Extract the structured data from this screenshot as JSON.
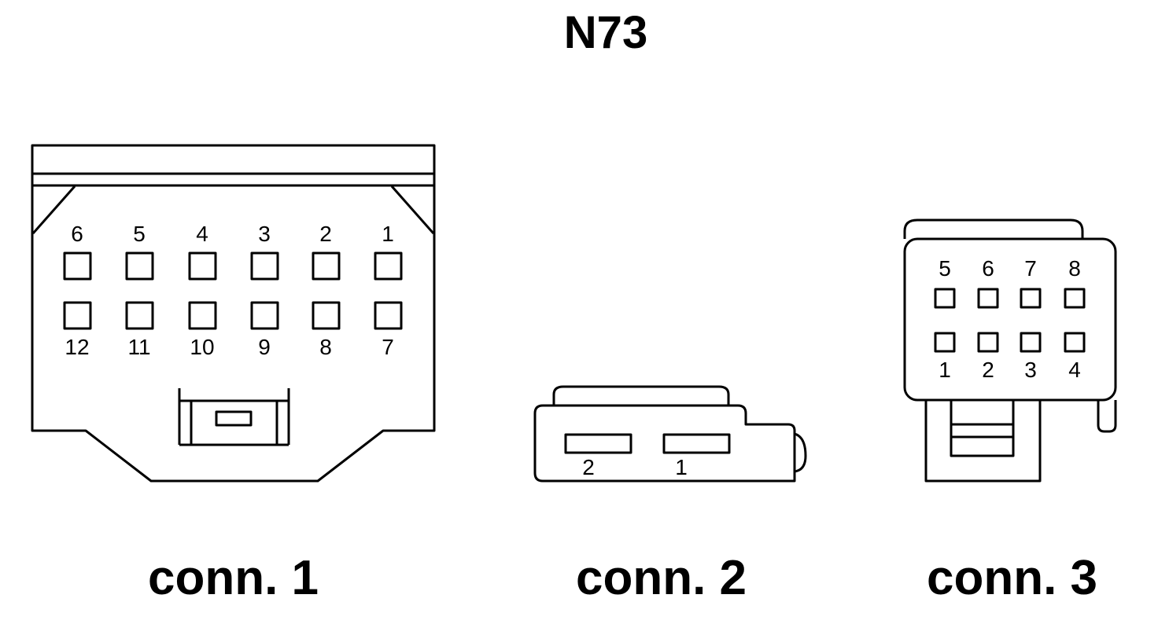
{
  "title": "N73",
  "connectors": [
    {
      "caption": "conn. 1",
      "pins_top": [
        "6",
        "5",
        "4",
        "3",
        "2",
        "1"
      ],
      "pins_bottom": [
        "12",
        "11",
        "10",
        "9",
        "8",
        "7"
      ]
    },
    {
      "caption": "conn. 2",
      "pins": [
        "2",
        "1"
      ]
    },
    {
      "caption": "conn. 3",
      "pins_top": [
        "5",
        "6",
        "7",
        "8"
      ],
      "pins_bottom": [
        "1",
        "2",
        "3",
        "4"
      ]
    }
  ],
  "colors": {
    "stroke": "#000000",
    "background": "#ffffff"
  }
}
